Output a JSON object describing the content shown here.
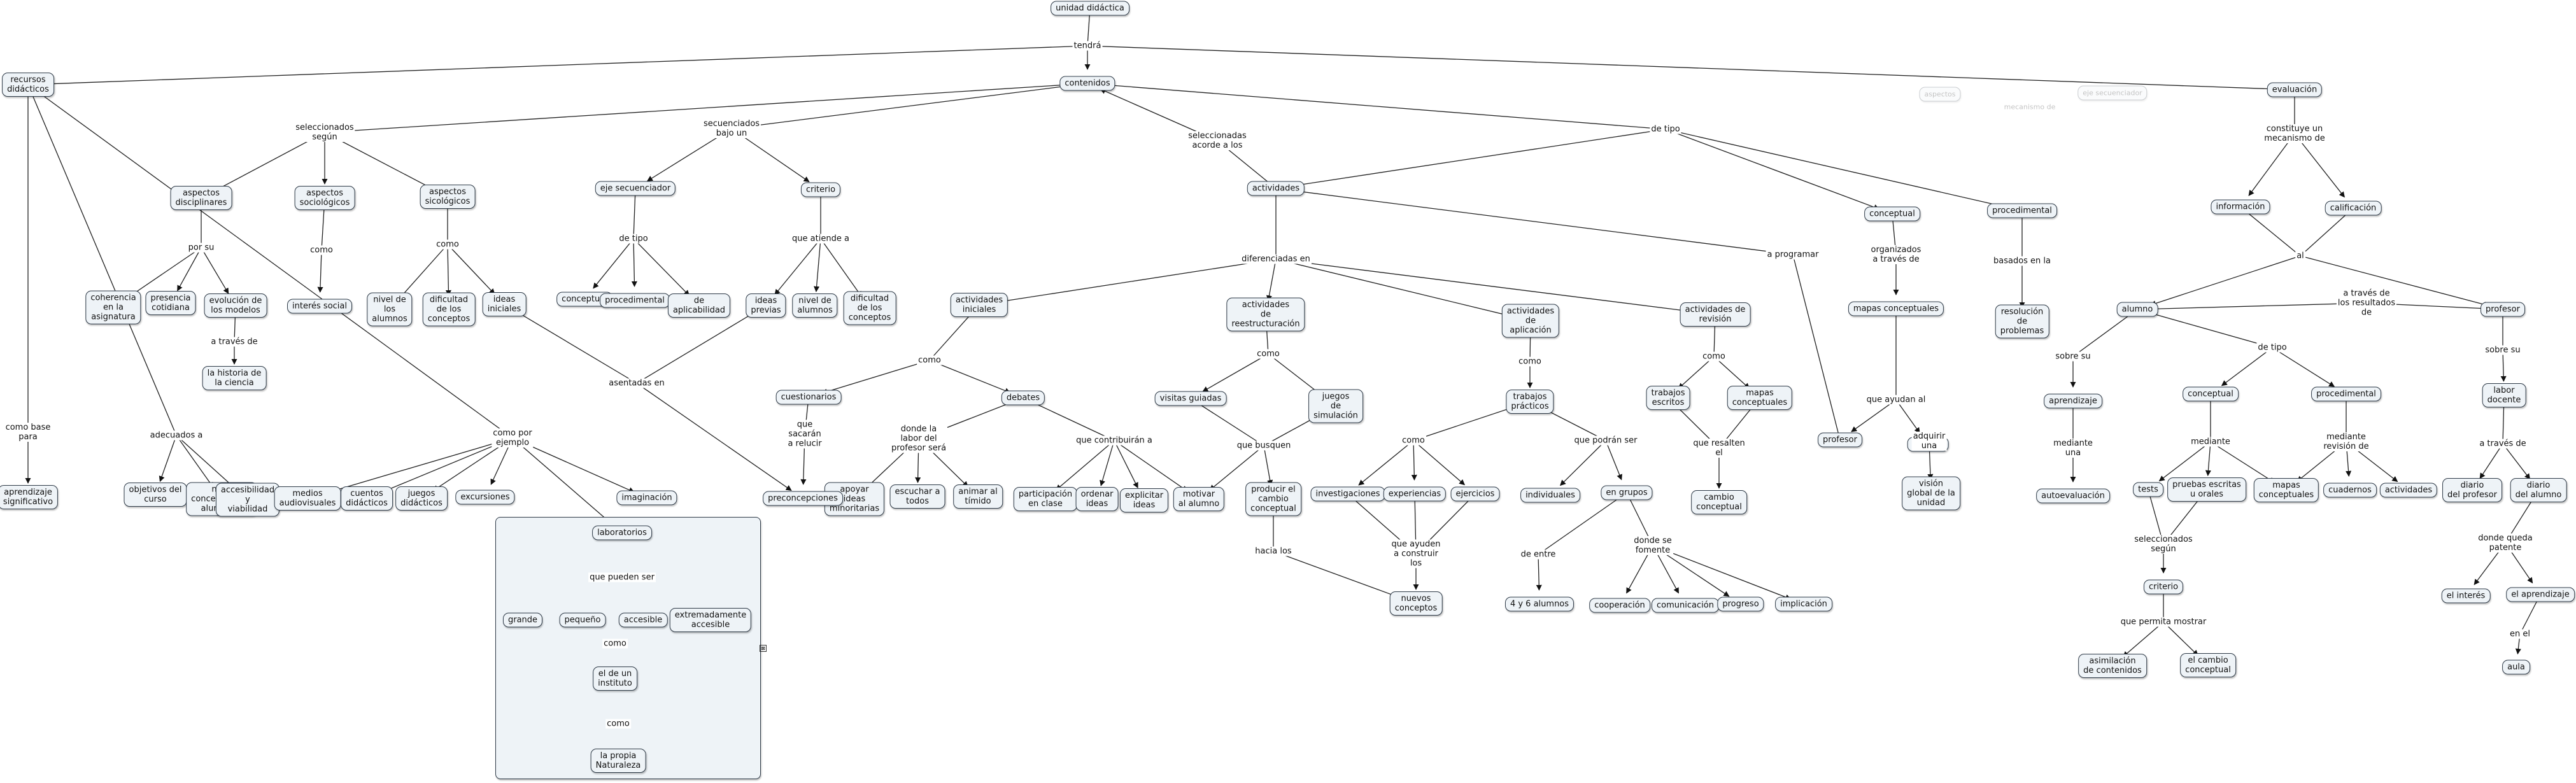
{
  "nodes": {
    "unidad": "unidad didáctica",
    "recursos": "recursos\ndidácticos",
    "contenidos": "contenidos",
    "evaluacion": "evaluación",
    "asp_disc": "aspectos\ndisciplinares",
    "asp_soc": "aspectos\nsociológicos",
    "asp_sic": "aspectos\nsicológicos",
    "coherencia": "coherencia\nen la\nasignatura",
    "presencia": "presencia\ncotidiana",
    "evolucion": "evolución de\nlos modelos",
    "historia": "la historia de\nla ciencia",
    "interes": "interés social",
    "nivel_alumnos": "nivel de\nlos\nalumnos",
    "dificultad": "dificultad\nde los\nconceptos",
    "ideas_ini": "ideas\niniciales",
    "eje_sec": "eje secuenciador",
    "conceptual_a": "conceptual",
    "procedimental_a": "procedimental",
    "aplicabilidad": "de\naplicabilidad",
    "criterio_a": "criterio",
    "ideas_previas": "ideas\nprevias",
    "nivel_alumnos2": "nivel de\nalumnos",
    "dificultad2": "dificultad\nde los\nconceptos",
    "actividades": "actividades",
    "conceptual_b": "conceptual",
    "procedimental_b": "procedimental",
    "act_ini": "actividades\niniciales",
    "act_reest": "actividades\nde\nreestructuración",
    "act_aplic": "actividades\nde\naplicación",
    "act_rev": "actividades de\nrevisión",
    "cuestionarios": "cuestionarios",
    "debates": "debates",
    "apoyar": "apoyar\nideas\nminoritarias",
    "escuchar": "escuchar a\ntodos",
    "animar": "animar al\ntímido",
    "participacion": "participación\nen clase",
    "ordenar": "ordenar\nideas",
    "explicitar": "explicitar\nideas",
    "motivar": "motivar\nal alumno",
    "visitas": "visitas guiadas",
    "juegos_sim": "juegos\nde\nsimulación",
    "producir": "producir el\ncambio\nconceptual",
    "trabajos_pr": "trabajos\nprácticos",
    "investigaciones": "investigaciones",
    "experiencias": "experiencias",
    "ejercicios": "ejercicios",
    "nuevos": "nuevos\nconceptos",
    "individuales": "individuales",
    "en_grupos": "en grupos",
    "cuatro_seis": "4 y 6 alumnos",
    "cooperacion": "cooperación",
    "comunicacion": "comunicación",
    "progreso": "progreso",
    "implicacion": "implicación",
    "trabajos_esc": "trabajos\nescritos",
    "mapas_conc_a": "mapas\nconceptuales",
    "cambio_conc": "cambio\nconceptual",
    "mapas_conc_b": "mapas conceptuales",
    "profesor_a": "profesor",
    "alumno_a": "alumno",
    "vision": "visión\nglobal de la\nunidad",
    "resolucion": "resolución\nde\nproblemas",
    "aprendizaje_sig": "aprendizaje\nsignificativo",
    "objetivos": "objetivos del\ncurso",
    "nivel_conc": "nivel\nconceptual del\nalumnado",
    "accesibilidad": "accesibilidad\ny\nviabilidad",
    "medios": "medios\naudiovisuales",
    "cuentos": "cuentos\ndidácticos",
    "juegos_did": "juegos\ndidácticos",
    "excursiones": "excursiones",
    "imaginacion": "imaginación",
    "preconcepciones": "preconcepciones",
    "laboratorios": "laboratorios",
    "grande": "grande",
    "pequeno": "pequeño",
    "accesible": "accesible",
    "extremadamente": "extremadamente\naccesible",
    "instituto": "el de un\ninstituto",
    "naturaleza": "la propia\nNaturaleza",
    "informacion": "información",
    "calificacion": "calificación",
    "alumno_b": "alumno",
    "profesor_b": "profesor",
    "aprendizaje_b": "aprendizaje",
    "autoevaluacion": "autoevaluación",
    "conceptual_c": "conceptual",
    "procedimental_c": "procedimental",
    "tests": "tests",
    "pruebas": "pruebas escritas\nu orales",
    "mapas_conc_c": "mapas\nconceptuales",
    "cuadernos": "cuadernos",
    "actividades_c": "actividades",
    "criterio_b": "criterio",
    "asimilacion": "asimilación\nde contenidos",
    "cambio_conc_b": "el cambio\nconceptual",
    "labor": "labor\ndocente",
    "diario_prof": "diario\ndel profesor",
    "diario_alum": "diario\ndel alumno",
    "interes_b": "el interés",
    "el_aprendizaje": "el aprendizaje",
    "aula": "aula",
    "aspectos_faded": "aspectos",
    "eje_faded": "eje secuenciador"
  },
  "links": {
    "tendra": "tendrá",
    "seleccionados": "seleccionados\nsegún",
    "secuenciados": "secuenciados\nbajo un",
    "seleccionadas": "seleccionadas\nacorde a los",
    "de_tipo_top": "de tipo",
    "por_su": "por su",
    "como_soc": "como",
    "como_sic": "como",
    "a_traves_de_hist": "a través de",
    "de_tipo_eje": "de tipo",
    "que_atiende": "que atiende a",
    "diferenciadas": "diferenciadas en",
    "a_programar": "a programar",
    "asentadas": "asentadas en",
    "como_base": "como base\npara",
    "adecuados": "adecuados a",
    "como_por": "como por\nejemplo",
    "como_ini": "como",
    "que_sacaran": "que\nsacarán\na relucir",
    "donde_labor": "donde la\nlabor del\nprofesor será",
    "que_contribuiran": "que contribuirán a",
    "como_reest": "como",
    "que_busquen": "que busquen",
    "hacia_los": "hacia los",
    "como_aplic": "como",
    "como_tp": "como",
    "que_podran": "que podrán ser",
    "que_ayuden": "que ayuden\na construir\nlos",
    "de_entre": "de entre",
    "donde_fomente": "donde se\nfomente",
    "como_rev": "como",
    "que_resalten": "que resalten\nel",
    "organizados": "organizados\na través de",
    "que_ayudan": "que ayudan al",
    "adquirir": "adquirir\nuna",
    "basados": "basados en la",
    "que_pueden": "que pueden ser",
    "como_lab1": "como",
    "como_lab2": "como",
    "constituye": "constituye un\nmecanismo de",
    "al": "al",
    "a_traves_resultados": "a través de\nlos resultados\nde",
    "sobre_su_a": "sobre su",
    "de_tipo_eval": "de tipo",
    "sobre_su_b": "sobre su",
    "mediante_una": "mediante\nuna",
    "mediante_a": "mediante",
    "mediante_revision": "mediante\nrevisión de",
    "seleccionados_segun": "seleccionados\nsegún",
    "que_permita": "que permita mostrar",
    "a_traves_de_labor": "a través de",
    "donde_queda": "donde queda\npatente",
    "en_el": "en el",
    "mecanismo_faded": "mecanismo de"
  }
}
